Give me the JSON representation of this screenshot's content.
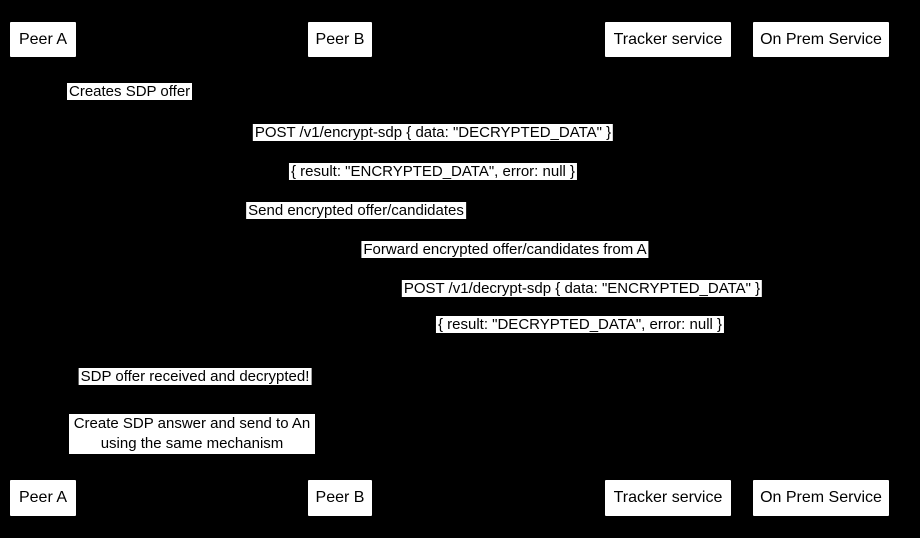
{
  "colors": {
    "background": "#000000",
    "box_fill": "#ffffff",
    "box_text": "#000000",
    "label_bg": "#ffffff",
    "label_text": "#000000"
  },
  "participants": [
    {
      "label": "Peer A"
    },
    {
      "label": "Peer B"
    },
    {
      "label": "Tracker service"
    },
    {
      "label": "On Prem Service"
    }
  ],
  "messages": [
    {
      "from": "Peer A",
      "to": "Peer A",
      "style": "self",
      "text": "Creates SDP offer"
    },
    {
      "from": "Peer A",
      "to": "On Prem Service",
      "style": "solid",
      "text": "POST /v1/encrypt-sdp { data: \"DECRYPTED_DATA\" }"
    },
    {
      "from": "On Prem Service",
      "to": "Peer A",
      "style": "dashed",
      "text": "{ result: \"ENCRYPTED_DATA\", error: null }"
    },
    {
      "from": "Peer A",
      "to": "Tracker service",
      "style": "solid",
      "text": "Send encrypted offer/candidates"
    },
    {
      "from": "Tracker service",
      "to": "Peer B",
      "style": "solid",
      "text": "Forward encrypted offer/candidates from A"
    },
    {
      "from": "Peer B",
      "to": "On Prem Service",
      "style": "solid",
      "text": "POST /v1/decrypt-sdp { data: \"ENCRYPTED_DATA\" }"
    },
    {
      "from": "On Prem Service",
      "to": "Peer B",
      "style": "dashed",
      "text": "{ result: \"DECRYPTED_DATA\", error: null }"
    },
    {
      "from": "Peer B",
      "to": "Peer A",
      "style": "solid",
      "text": "SDP offer received and decrypted!"
    }
  ],
  "note": {
    "over": "Peer A, Peer B",
    "line1": "Create SDP answer and send to An",
    "line2": "using the same mechanism"
  }
}
